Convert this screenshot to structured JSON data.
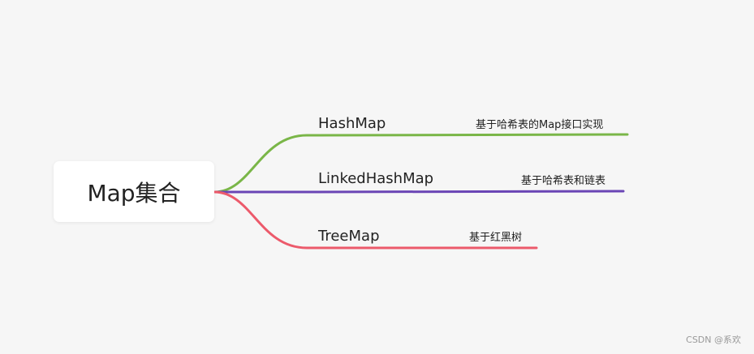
{
  "root": {
    "label": "Map集合"
  },
  "branches": [
    {
      "label": "HashMap",
      "detail": "基于哈希表的Map接口实现",
      "color": "#7ab648"
    },
    {
      "label": "LinkedHashMap",
      "detail": "基于哈希表和链表",
      "color": "#6a45b5"
    },
    {
      "label": "TreeMap",
      "detail": "基于红黑树",
      "color": "#ec5a6b"
    }
  ],
  "watermark": "CSDN @系欢"
}
